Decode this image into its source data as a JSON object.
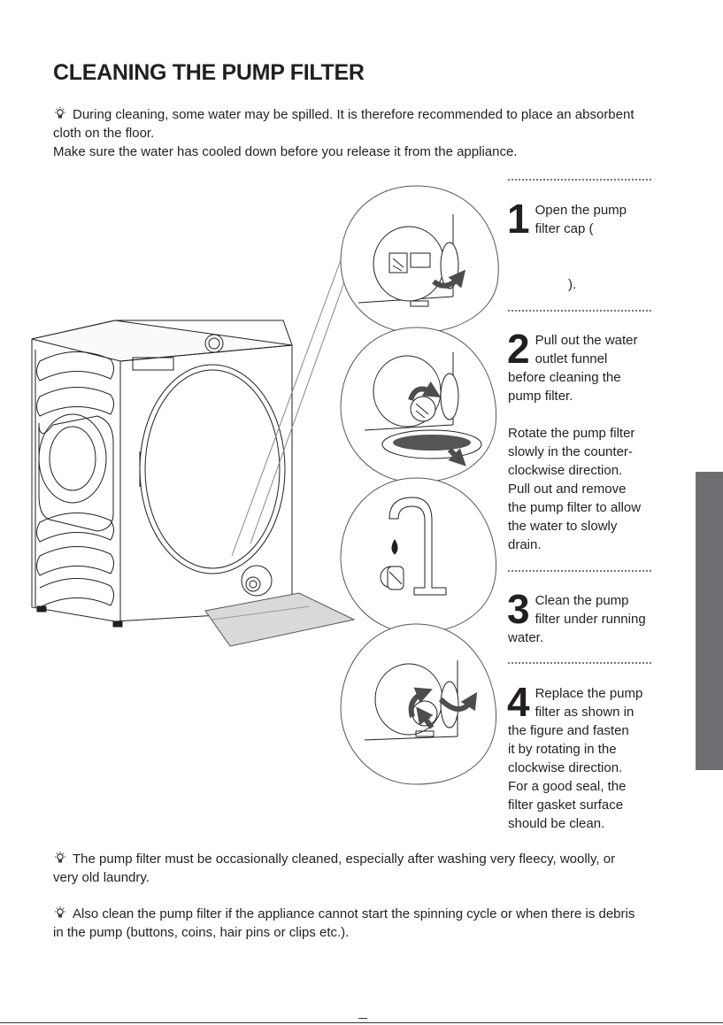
{
  "page": {
    "title": "CLEANING THE PUMP FILTER",
    "intro": {
      "line1": "During cleaning, some water may be spilled. It is therefore recommended to place an absorbent",
      "line2": "cloth on the floor.",
      "line3": "Make sure the water has cooled down before you release it from the appliance."
    },
    "steps": [
      {
        "number": "1",
        "lines": [
          "Open the pump",
          "filter cap (",
          "",
          "",
          ")."
        ]
      },
      {
        "number": "2",
        "lines": [
          "Pull out the water",
          "outlet funnel",
          "before cleaning the",
          "pump filter.",
          "",
          "Rotate the pump filter",
          "slowly in the counter-",
          "clockwise direction.",
          "Pull out and remove",
          "the pump filter to allow",
          "the water to slowly",
          "drain."
        ]
      },
      {
        "number": "3",
        "lines": [
          "Clean the pump",
          "filter under running",
          "water."
        ]
      },
      {
        "number": "4",
        "lines": [
          "Replace the pump",
          "filter as shown in",
          "the figure and fasten",
          "it by rotating in the",
          "clockwise direction.",
          "For a good seal, the",
          "filter gasket surface",
          "should be clean."
        ]
      }
    ],
    "notes": [
      {
        "line1": "The pump filter must be occasionally cleaned, especially after washing very fleecy, woolly, or",
        "line2": "very old laundry."
      },
      {
        "line1": "Also clean the pump filter if the appliance cannot start the spinning cycle or when there is debris",
        "line2": "in the pump (buttons, coins, hair pins or clips etc.)."
      }
    ],
    "icons": {
      "tip": "lightbulb-icon"
    },
    "colors": {
      "text": "#231f20",
      "side_tab": "#6d6e71",
      "arrow": "#4d4d4d"
    }
  }
}
